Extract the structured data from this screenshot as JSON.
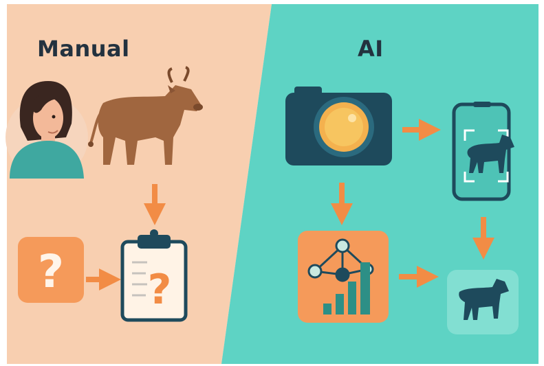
{
  "panels": {
    "manual": {
      "title": "Manual",
      "background": "#f8cfb0",
      "steps": [
        "person-with-cow",
        "uncertain-guess",
        "paper-record"
      ]
    },
    "ai": {
      "title": "AI",
      "background": "#5ed3c4",
      "steps": [
        "camera-capture",
        "phone-detection",
        "ml-analysis",
        "identified-cattle"
      ]
    }
  },
  "colors": {
    "arrow": "#f28c45",
    "accent_orange": "#f59a5a",
    "dark_navy": "#1e4a5c",
    "teal_dark": "#2d8f86",
    "cow_brown": "#a0663f",
    "skin": "#f3b999"
  },
  "icons": [
    "person-icon",
    "brown-cow-icon",
    "question-mark-icon",
    "clipboard-icon",
    "camera-icon",
    "phone-scan-icon",
    "network-chart-icon",
    "cow-silhouette-icon",
    "arrow-icon"
  ]
}
